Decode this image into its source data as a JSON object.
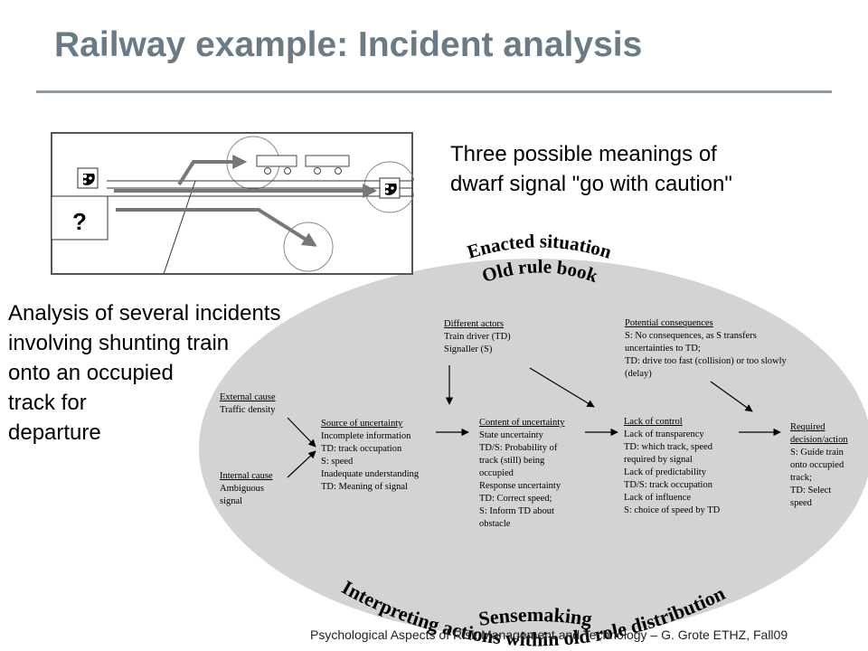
{
  "title": "Railway example: Incident analysis",
  "caption_top": "Three possible meanings of\ndwarf signal \"go with caution\"",
  "signal_box_label": "?",
  "left_text": "Analysis of several incidents\ninvolving shunting train\nonto an occupied\ntrack for\ndeparture",
  "curved_labels": {
    "enacted_1": "Enacted situation",
    "enacted_2": "Old rule book",
    "sensemaking": "Sensemaking",
    "interpreting_1": "Interpreting actions within old role distribution"
  },
  "blocks": {
    "different_actors": {
      "heading": "Different actors",
      "lines": [
        "Train driver (TD)",
        "Signaller (S)"
      ]
    },
    "potential_consequences": {
      "heading": "Potential consequences",
      "lines": [
        "S: No consequences, as S transfers",
        "uncertainties to TD;",
        "TD: drive too fast (collision) or too slowly",
        "(delay)"
      ]
    },
    "external_cause": {
      "heading": "External cause",
      "lines": [
        "Traffic density"
      ]
    },
    "internal_cause": {
      "heading": "Internal cause",
      "lines": [
        "Ambiguous",
        "signal"
      ]
    },
    "source_uncertainty": {
      "heading": "Source of uncertainty",
      "lines": [
        "Incomplete information",
        "TD: track occupation",
        "S: speed",
        "Inadequate understanding",
        "TD: Meaning of signal"
      ]
    },
    "content_uncertainty": {
      "heading": "Content of uncertainty",
      "lines": [
        "State uncertainty",
        "TD/S: Probability of",
        "track (still) being",
        "occupied",
        "Response uncertainty",
        "TD: Correct speed;",
        "S: Inform TD about",
        "obstacle"
      ]
    },
    "lack_control": {
      "heading": "Lack of control",
      "lines": [
        "Lack of transparency",
        "TD: which track, speed",
        "required by signal",
        "Lack of predictability",
        "TD/S: track occupation",
        "Lack of influence",
        "S: choice of speed by TD"
      ]
    },
    "required_decision": {
      "heading_1": "Required",
      "heading_2": "decision/action",
      "lines": [
        "S: Guide train",
        "onto occupied",
        "track;",
        "TD: Select",
        "speed"
      ]
    }
  },
  "footer": "Psychological Aspects of Risk Management and Technology – G. Grote ETHZ, Fall09",
  "colors": {
    "title": "#6b7b86",
    "rule": "#8c9aa3",
    "ellipse": "#d3d3d3",
    "arrow": "#000000"
  }
}
